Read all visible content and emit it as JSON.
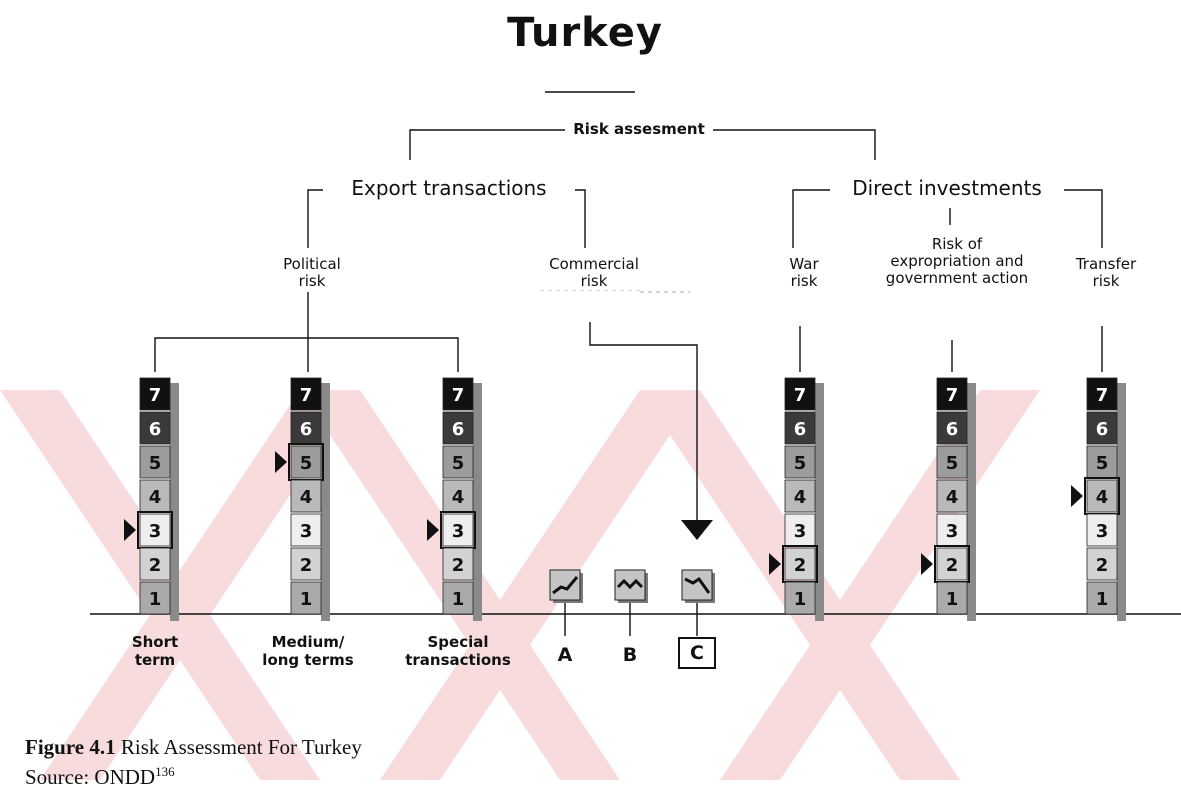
{
  "title": "Turkey",
  "root": "Risk assesment",
  "branches": {
    "export": "Export transactions",
    "direct": "Direct investments"
  },
  "categories": {
    "political": [
      "Political",
      "risk"
    ],
    "commercial": [
      "Commercial",
      "risk"
    ],
    "war": [
      "War",
      "risk"
    ],
    "expropriation": [
      "Risk of",
      "expropriation and",
      "government action"
    ],
    "transfer": [
      "Transfer",
      "risk"
    ]
  },
  "scales": [
    {
      "key": "short",
      "labels": [
        "Short",
        "term"
      ],
      "selected": 3
    },
    {
      "key": "medium",
      "labels": [
        "Medium/",
        "long terms"
      ],
      "selected": 5
    },
    {
      "key": "special",
      "labels": [
        "Special",
        "transactions"
      ],
      "selected": 3
    },
    {
      "key": "war",
      "labels": [],
      "selected": 2
    },
    {
      "key": "expropriation",
      "labels": [],
      "selected": 2
    },
    {
      "key": "transfer",
      "labels": [],
      "selected": 4
    }
  ],
  "scale_levels": [
    "7",
    "6",
    "5",
    "4",
    "3",
    "2",
    "1"
  ],
  "scale_colors": {
    "7": "#111111",
    "6": "#3a3a3a",
    "5": "#9c9c9c",
    "4": "#b9b9b9",
    "3": "#eeeeee",
    "2": "#d2d2d2",
    "1": "#aaaaaa"
  },
  "commercial_grades": {
    "letters": [
      "A",
      "B",
      "C"
    ],
    "selected": "C",
    "icons": [
      "trend-up-icon",
      "trend-wavy-icon",
      "trend-down-icon"
    ]
  },
  "caption": {
    "figure": "Figure 4.1",
    "text": "Risk Assessment For Turkey"
  },
  "source": {
    "text": "Source: ONDD",
    "superscript": "136"
  },
  "colors": {
    "watermark": "#f5cfd2",
    "line": "#111111",
    "marker": "#111111"
  }
}
